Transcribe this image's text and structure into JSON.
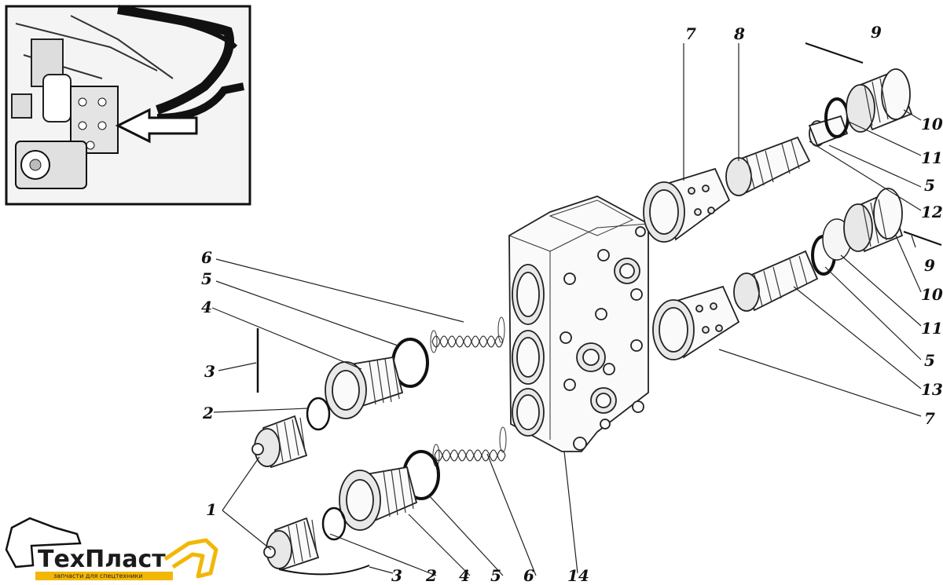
{
  "logo": {
    "name": "ТехПласт",
    "name_part1": "Тех",
    "name_part2": "Пласт",
    "tagline": "запчасти для спецтехники",
    "accent_color": "#f2b705"
  },
  "callouts": {
    "c1": "1",
    "c2a": "2",
    "c2b": "2",
    "c3a": "3",
    "c3b": "3",
    "c4a": "4",
    "c4b": "4",
    "c5a": "5",
    "c5b": "5",
    "c5c": "5",
    "c5d": "5",
    "c6a": "6",
    "c6b": "6",
    "c7a": "7",
    "c7b": "7",
    "c8": "8",
    "c9a": "9",
    "c9b": "9",
    "c10a": "10",
    "c10b": "10",
    "c11a": "11",
    "c11b": "11",
    "c12": "12",
    "c13": "13",
    "c14": "14"
  },
  "inset": {
    "icon": "location-arrow-icon"
  }
}
